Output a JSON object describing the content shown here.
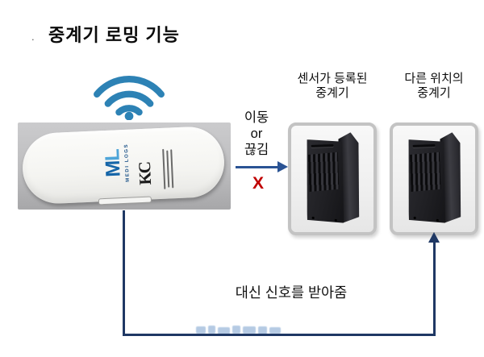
{
  "title": {
    "dot": ".",
    "text": "중계기 로밍 기능"
  },
  "sensor_device": {
    "logo_m": "M",
    "logo_l": "L",
    "logo_subtitle": "MEDI LOGS",
    "cert_mark": "KC"
  },
  "flow": {
    "move_label_line1": "이동",
    "move_label_line2": "or",
    "move_label_line3": "끊김",
    "fail_mark": "X",
    "bottom_caption": "대신 신호를 받아줌"
  },
  "repeater_left": {
    "label_line1": "센서가 등록된",
    "label_line2": "중계기"
  },
  "repeater_right": {
    "label_line1": "다른 위치의",
    "label_line2": "중계기"
  },
  "colors": {
    "wifi_blue": "#2d82b5",
    "arrow_blue": "#2a5394",
    "line_navy": "#1f3864",
    "fail_red": "#c00000",
    "logo_dark_blue": "#1565a8",
    "logo_light_blue": "#4ea5d8",
    "card_border_gray": "#c3c3c3"
  }
}
